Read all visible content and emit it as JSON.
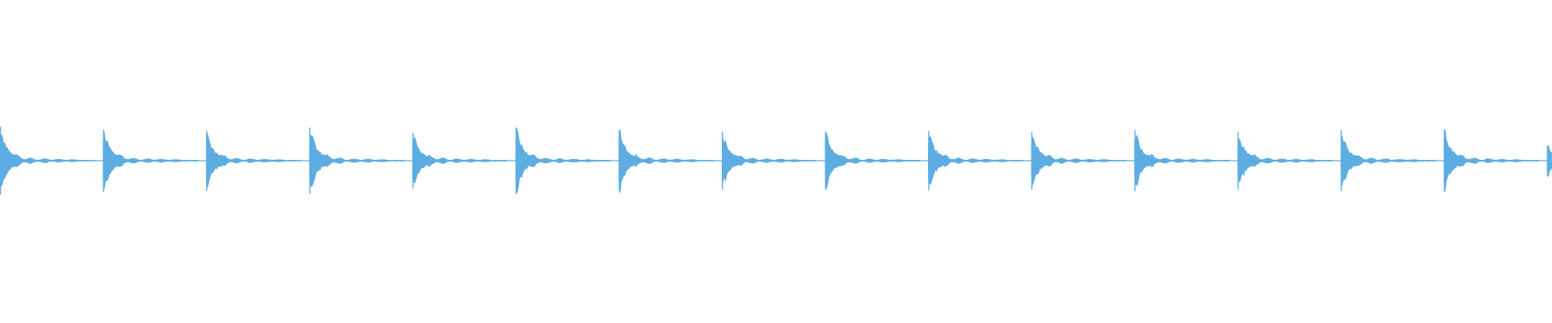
{
  "waveform": {
    "color": "#5dade2",
    "background": "#ffffff",
    "hit_count": 16,
    "hit_peaks": [
      1.0,
      0.92,
      0.88,
      0.98,
      0.82,
      0.98,
      0.9,
      0.85,
      0.85,
      0.88,
      0.85,
      0.9,
      0.85,
      0.9,
      0.92,
      0.45
    ]
  }
}
